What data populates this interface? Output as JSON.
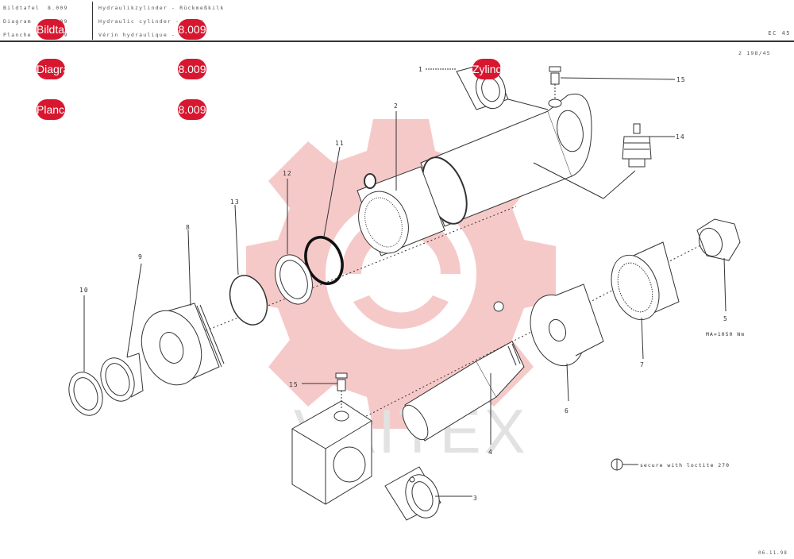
{
  "header": {
    "rows": [
      {
        "label": "Bildtafel",
        "number": "8.009",
        "description": "Hydraulikzylinder - Rückmeßkilk"
      },
      {
        "label": "Diagram",
        "number": "8.009",
        "description": "Hydraulic cylinder - dozer"
      },
      {
        "label": "Planche",
        "number": "8.009",
        "description": "Vérin hydraulique - lame"
      }
    ],
    "model_code": "EC 45"
  },
  "drawing_number": "2 198/45",
  "footer_date": "06.11.98",
  "watermark_text": "VAITEX",
  "hotspots": [
    {
      "text": "Bildtafel"
    },
    {
      "text": "8.009"
    },
    {
      "text": "Diagram"
    },
    {
      "text": "8.009"
    },
    {
      "text": "Planche"
    },
    {
      "text": "8.009"
    },
    {
      "text": "Zylinder"
    }
  ],
  "callouts": [
    {
      "n": "1"
    },
    {
      "n": "2"
    },
    {
      "n": "3"
    },
    {
      "n": "4"
    },
    {
      "n": "5"
    },
    {
      "n": "6"
    },
    {
      "n": "7"
    },
    {
      "n": "8"
    },
    {
      "n": "9"
    },
    {
      "n": "10"
    },
    {
      "n": "11"
    },
    {
      "n": "12"
    },
    {
      "n": "13"
    },
    {
      "n": "14"
    },
    {
      "n": "15"
    },
    {
      "n": "15"
    }
  ],
  "torque_note": "MA=1050 Nm",
  "loctite_note": "secure with loctite 270",
  "colors": {
    "hotspot": "#d7172f",
    "watermark": "#f3b7b7",
    "line": "#333333"
  }
}
